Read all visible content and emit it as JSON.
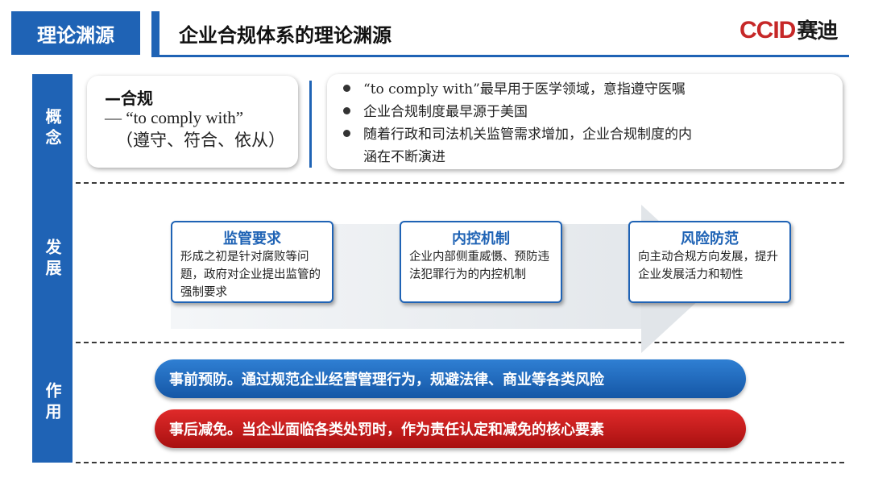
{
  "header": {
    "section_label": "理论渊源",
    "title": "企业合规体系的理论渊源",
    "logo_latin": "CCID",
    "logo_cn": "赛迪"
  },
  "rows": {
    "concept": "概念",
    "development": "发展",
    "effect": "作用"
  },
  "concept": {
    "term": "—合规",
    "english": "— “to comply with”",
    "meaning": "（遵守、符合、依从）",
    "bullets": [
      "“to comply with”最早用于医学领域，意指遵守医嘱",
      "企业合规制度最早源于美国",
      "随着行政和司法机关监管需求增加，企业合规制度的内"
    ],
    "bullet_3_cont": "涵在不断演进"
  },
  "development": {
    "stages": [
      {
        "title": "监管要求",
        "text": "形成之初是针对腐败等问题，政府对企业提出监管的强制要求"
      },
      {
        "title": "内控机制",
        "text": "企业内部侧重威慑、预防违法犯罪行为的内控机制"
      },
      {
        "title": "风险防范",
        "text": "向主动合规方向发展，提升企业发展活力和韧性"
      }
    ]
  },
  "effect": {
    "prevention": "事前预防。通过规范企业经营管理行为，规避法律、商业等各类风险",
    "mitigation": "事后减免。当企业面临各类处罚时，作为责任认定和减免的核心要素"
  },
  "colors": {
    "primary_blue": "#1f63b5",
    "accent_red": "#c62828"
  }
}
